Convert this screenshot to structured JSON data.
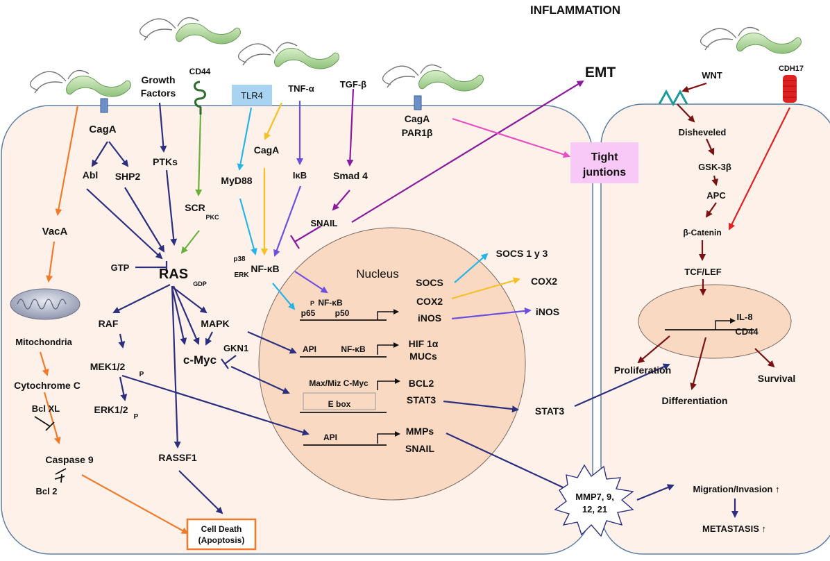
{
  "title": "INFLAMMATION",
  "emt": "EMT",
  "tight": {
    "line1": "Tight",
    "line2": "juntions"
  },
  "tlr4": "TLR4",
  "growth": {
    "line1": "Growth",
    "line2": "Factors"
  },
  "labels": {
    "cd44_top": "CD44",
    "tnfa": "TNF-α",
    "tgfb": "TGF-β",
    "cagA_left": "CagA",
    "abl": "Abl",
    "shp2": "SHP2",
    "ptks": "PTKs",
    "scr": "SCR",
    "pkc": "PKC",
    "cagA_mid": "CagA",
    "myd88": "MyD88",
    "ikb": "IκB",
    "smad4": "Smad 4",
    "snail": "SNAIL",
    "cagA_right": "CagA",
    "par1b": "PAR1β",
    "vacA": "VacA",
    "gtp": "GTP",
    "ras": "RAS",
    "gdp": "GDP",
    "p38": "p38",
    "erk": "ERK",
    "nfkb": "NF-κB",
    "raf": "RAF",
    "mapk": "MAPK",
    "gkn1": "GKN1",
    "mek": "MEK1/2",
    "mek_p": "P",
    "cmyc": "c-Myc",
    "erk12": "ERK1/2",
    "erk12_p": "P",
    "rassf1": "RASSF1",
    "mito": "Mitochondria",
    "cytc": "Cytochrome C",
    "bclxl": "Bcl XL",
    "casp9": "Caspase 9",
    "bcl2": "Bcl 2",
    "celldeath1": "Cell Death",
    "celldeath2": "(Apoptosis)",
    "socs13": "SOCS 1 y 3",
    "cox2_out": "COX2",
    "inos_out": "iNOS",
    "stat3_out": "STAT3",
    "mmp1": "MMP7, 9,",
    "mmp2": "12, 21",
    "migration": "Migration/Invasion ↑",
    "metastasis": "METASTASIS ↑",
    "wnt": "WNT",
    "cdh17": "CDH17",
    "dishev": "Disheveled",
    "gsk": "GSK-3β",
    "apc": "APC",
    "bcat": "β-Catenin",
    "tcf": "TCF/LEF",
    "il8": "IL-8",
    "cd44_right": "CD44",
    "prolif": "Proliferation",
    "differ": "Differentiation",
    "survival": "Survival"
  },
  "nucleus": {
    "title": "Nucleus",
    "p": "P",
    "nfkb": "NF-κB",
    "p65": "p65",
    "p50": "p50",
    "socs": "SOCS",
    "cox2": "COX2",
    "inos": "iNOS",
    "api1": "API",
    "nfkb2": "NF-κB",
    "hif": "HIF 1α",
    "mucs": "MUCs",
    "maxmiz": "Max/Miz C-Myc",
    "ebox": "E box",
    "bcl2": "BCL2",
    "stat3": "STAT3",
    "api2": "API",
    "mmps": "MMPs",
    "snail": "SNAIL"
  },
  "colors": {
    "navy": "#2b2f7e",
    "orange": "#f07a2a",
    "green": "#6bb03a",
    "cyan": "#28b4e6",
    "yellow": "#f6bf22",
    "violet": "#6b4fe0",
    "purple": "#8b1a9c",
    "magenta": "#e84fc3",
    "maroon": "#7a1212",
    "red": "#e02121",
    "cell_fill": "#fdf1ea",
    "nucleus_fill": "#f9d9c2",
    "membrane": "#5b7fa6"
  }
}
